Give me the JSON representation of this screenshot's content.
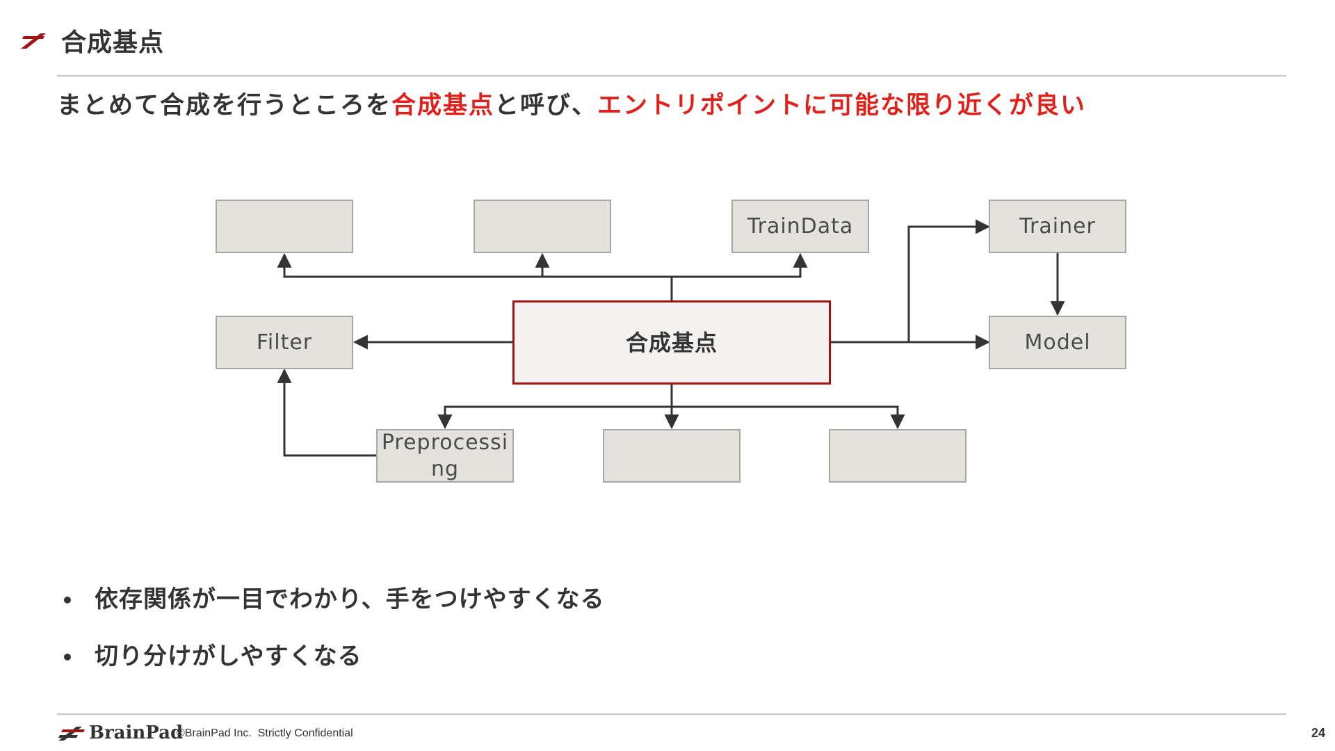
{
  "header": {
    "title": "合成基点",
    "subtitle": {
      "part1": "まとめて合成を行うところを",
      "highlight1": "合成基点",
      "part2": "と呼び、",
      "highlight2": "エントリポイントに可能な限り近くが良い"
    }
  },
  "diagram": {
    "center": "合成基点",
    "nodes": {
      "top_left": "",
      "top_middle": "",
      "train_data": "TrainData",
      "trainer": "Trainer",
      "filter": "Filter",
      "model": "Model",
      "preprocessing": "Preprocessing",
      "bottom_middle": "",
      "bottom_right": ""
    }
  },
  "bullets": [
    "依存関係が一目でわかり、手をつけやすくなる",
    "切り分けがしやすくなる"
  ],
  "footer": {
    "logo_text": "BrainPad",
    "copyright": "©BrainPad Inc.  Strictly Confidential",
    "page_number": "24"
  },
  "colors": {
    "accent_red": "#e0201b",
    "center_border": "#a31313",
    "node_fill": "#e4e2dd",
    "node_border": "#a9a7a2",
    "edge": "#333333"
  }
}
